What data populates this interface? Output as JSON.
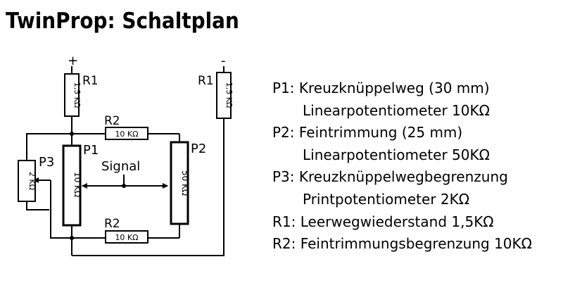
{
  "title": "TwinProp: Schaltplan",
  "circuit": {
    "plus": "+",
    "minus": "-",
    "r1_left_label": "R1",
    "r1_left_value": "1,5 KΩ",
    "r1_right_label": "R1",
    "r1_right_value": "1,5 KΩ",
    "r2_top_label": "R2",
    "r2_top_value": "10 KΩ",
    "r2_bottom_label": "R2",
    "r2_bottom_value": "10 KΩ",
    "p1_label": "P1",
    "p1_value": "10 KΩ",
    "p2_label": "P2",
    "p2_value": "50 KΩ",
    "p3_label": "P3",
    "p3_value": "2 KΩ",
    "signal_label": "Signal"
  },
  "legend": [
    {
      "name": "P1:",
      "desc": "Kreuzknüppelweg (30 mm)",
      "sub": "Linearpotentiometer  10KΩ"
    },
    {
      "name": "P2:",
      "desc": "Feintrimmung (25 mm)",
      "sub": "Linearpotentiometer  50KΩ"
    },
    {
      "name": "P3:",
      "desc": "Kreuzknüppelwegbegrenzung",
      "sub": "Printpotentiometer 2KΩ"
    },
    {
      "name": "R1:",
      "desc": "Leerwegwiederstand  1,5KΩ",
      "sub": ""
    },
    {
      "name": "R2:",
      "desc": "Feintrimmungsbegrenzung  10KΩ",
      "sub": ""
    }
  ]
}
